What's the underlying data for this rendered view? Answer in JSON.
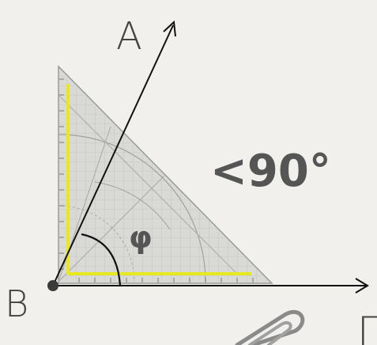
{
  "diagram": {
    "labels": {
      "point_a": "A",
      "point_b": "B",
      "point_c": "Г",
      "angle_symbol": "φ",
      "angle_condition": "<90°"
    },
    "colors": {
      "background": "#f1f0ec",
      "ray": "#111111",
      "triangle_fill": "#d9d9d6",
      "triangle_edge": "#9a9a97",
      "triangle_highlight": "#e8e81e",
      "vertex": "#3a3a3a",
      "text": "#444444",
      "paperclip": "#888888"
    },
    "icons": [
      "set-square-ruler-icon",
      "paperclip-icon",
      "arrowhead-icon"
    ]
  }
}
